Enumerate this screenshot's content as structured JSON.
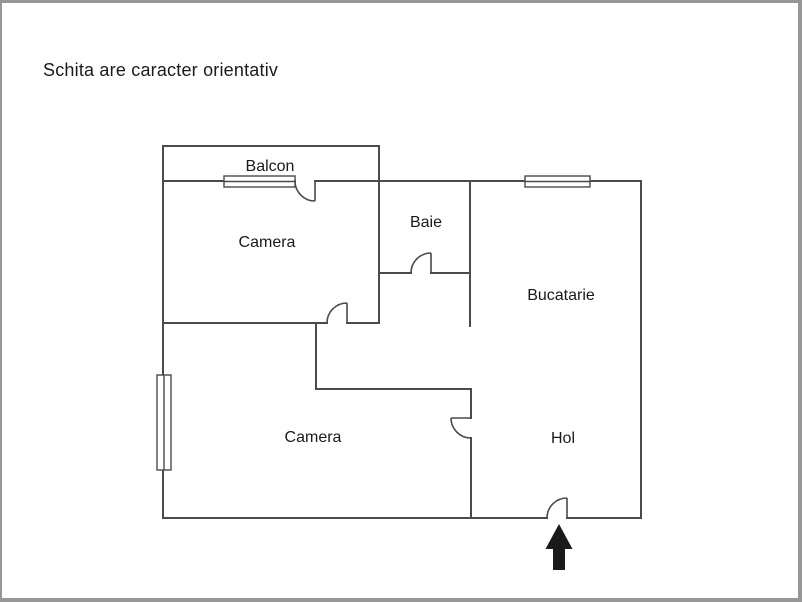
{
  "page": {
    "background": "#ffffff",
    "frame_color": "#979797"
  },
  "title": "Schita are caracter orientativ",
  "floor_plan": {
    "colors": {
      "wall": "#4a4a4a",
      "arrow": "#1a1a1a",
      "text": "#1a1a1a"
    },
    "rooms": [
      {
        "id": "balcon",
        "label": "Balcon"
      },
      {
        "id": "camera-top",
        "label": "Camera"
      },
      {
        "id": "baie",
        "label": "Baie"
      },
      {
        "id": "bucatarie",
        "label": "Bucatarie"
      },
      {
        "id": "camera-bottom",
        "label": "Camera"
      },
      {
        "id": "hol",
        "label": "Hol"
      }
    ],
    "features": {
      "windows": [
        {
          "id": "balcon-window",
          "on": "wall between Balcon and Camera"
        },
        {
          "id": "bucatarie-window",
          "on": "top wall of Bucatarie"
        },
        {
          "id": "camera-window",
          "on": "left wall of lower Camera"
        }
      ],
      "doors": [
        {
          "id": "balcon-door",
          "between": [
            "Balcon",
            "Camera"
          ]
        },
        {
          "id": "baie-door",
          "between": [
            "Baie",
            "Hol"
          ]
        },
        {
          "id": "camera-top-door",
          "between": [
            "Camera",
            "Hol"
          ]
        },
        {
          "id": "camera-bottom-door",
          "between": [
            "Camera",
            "Hol"
          ]
        },
        {
          "id": "entrance-door",
          "between": [
            "Hol",
            "exterior"
          ]
        }
      ],
      "entrance_arrow_direction": "up"
    }
  }
}
